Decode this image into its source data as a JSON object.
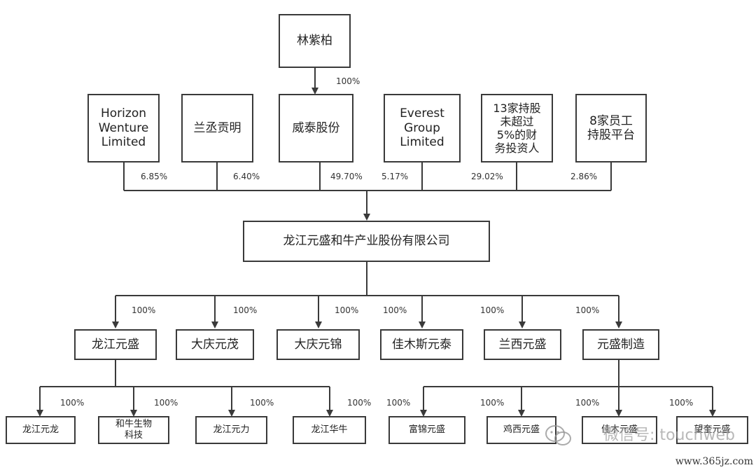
{
  "top": {
    "person": "林紫柏",
    "person_pct": "100%"
  },
  "shareholders": [
    {
      "name": "Horizon\nWenture\nLimited",
      "pct": "6.85%"
    },
    {
      "name": "兰丞贡明",
      "pct": "6.40%"
    },
    {
      "name": "威泰股份",
      "pct": "49.70%"
    },
    {
      "name": "Everest\nGroup\nLimited",
      "pct": "5.17%"
    },
    {
      "name": "13家持股\n未超过\n5%的财\n务投资人",
      "pct": "29.02%"
    },
    {
      "name": "8家员工\n持股平台",
      "pct": "2.86%"
    }
  ],
  "company": {
    "name": "龙江元盛和牛产业股份有限公司"
  },
  "subsidiaries": [
    {
      "name": "龙江元盛",
      "pct": "100%"
    },
    {
      "name": "大庆元茂",
      "pct": "100%"
    },
    {
      "name": "大庆元锦",
      "pct": "100%"
    },
    {
      "name": "佳木斯元泰",
      "pct": "100%"
    },
    {
      "name": "兰西元盛",
      "pct": "100%"
    },
    {
      "name": "元盛制造",
      "pct": "100%"
    }
  ],
  "leaves_left": [
    {
      "name": "龙江元龙",
      "pct": "100%"
    },
    {
      "name": "和牛生物\n科技",
      "pct": "100%"
    },
    {
      "name": "龙江元力",
      "pct": "100%"
    },
    {
      "name": "龙江华牛",
      "pct": "100%"
    }
  ],
  "leaves_right": [
    {
      "name": "富锦元盛",
      "pct": "100%"
    },
    {
      "name": "鸡西元盛",
      "pct": "100%"
    },
    {
      "name": "佳木元盛",
      "pct": "100%"
    },
    {
      "name": "望奎元盛",
      "pct": "100%"
    }
  ],
  "watermark": {
    "text": "微信号: touchweb",
    "site": "www.365jz.com"
  },
  "colors": {
    "line": "#3a3a3a",
    "border": "#3a3a3a"
  }
}
